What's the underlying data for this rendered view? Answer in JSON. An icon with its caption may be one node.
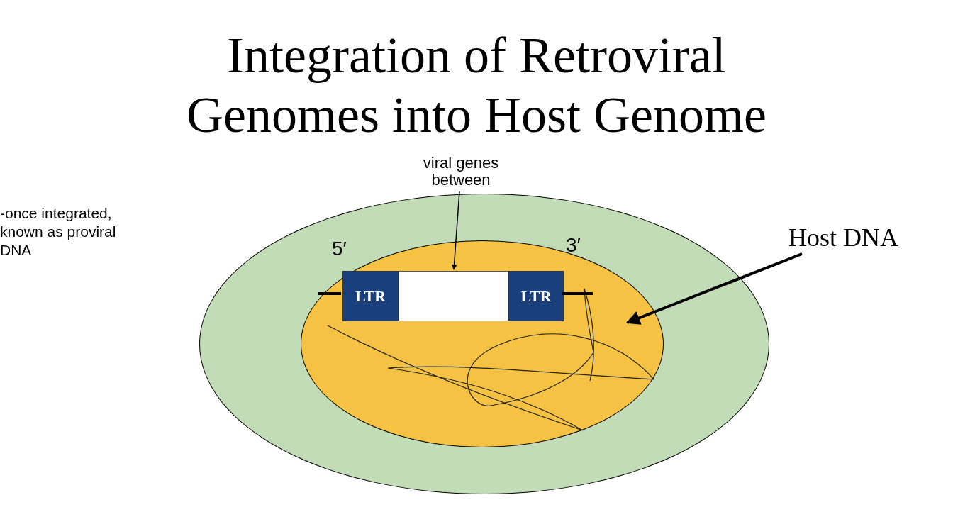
{
  "diagram": {
    "title": "Integration of Retroviral Genomes into Host Genome",
    "nodes": [
      {
        "text": [],
        "shape": "ellipse"
      },
      {
        "text": [],
        "shape": "ellipse",
        "in": 0
      },
      {
        "text": [
          "LTR"
        ],
        "in": 1
      },
      {
        "text": [],
        "shape": "box",
        "in": 1
      },
      {
        "text": [
          "LTR"
        ],
        "in": 1
      },
      {
        "text": [
          "viral genes between"
        ]
      },
      {
        "text": [
          "Host DNA"
        ]
      },
      {
        "text": [],
        "shape": "picture",
        "in": 1
      }
    ],
    "edges": [
      {
        "from": 5,
        "to": 3,
        "arrow": "to"
      },
      {
        "from": 6,
        "to": 7,
        "arrow": "to",
        "style": "thick"
      }
    ],
    "labels": [
      "-once integrated, known as proviral DNA",
      "5′",
      "3′"
    ]
  }
}
